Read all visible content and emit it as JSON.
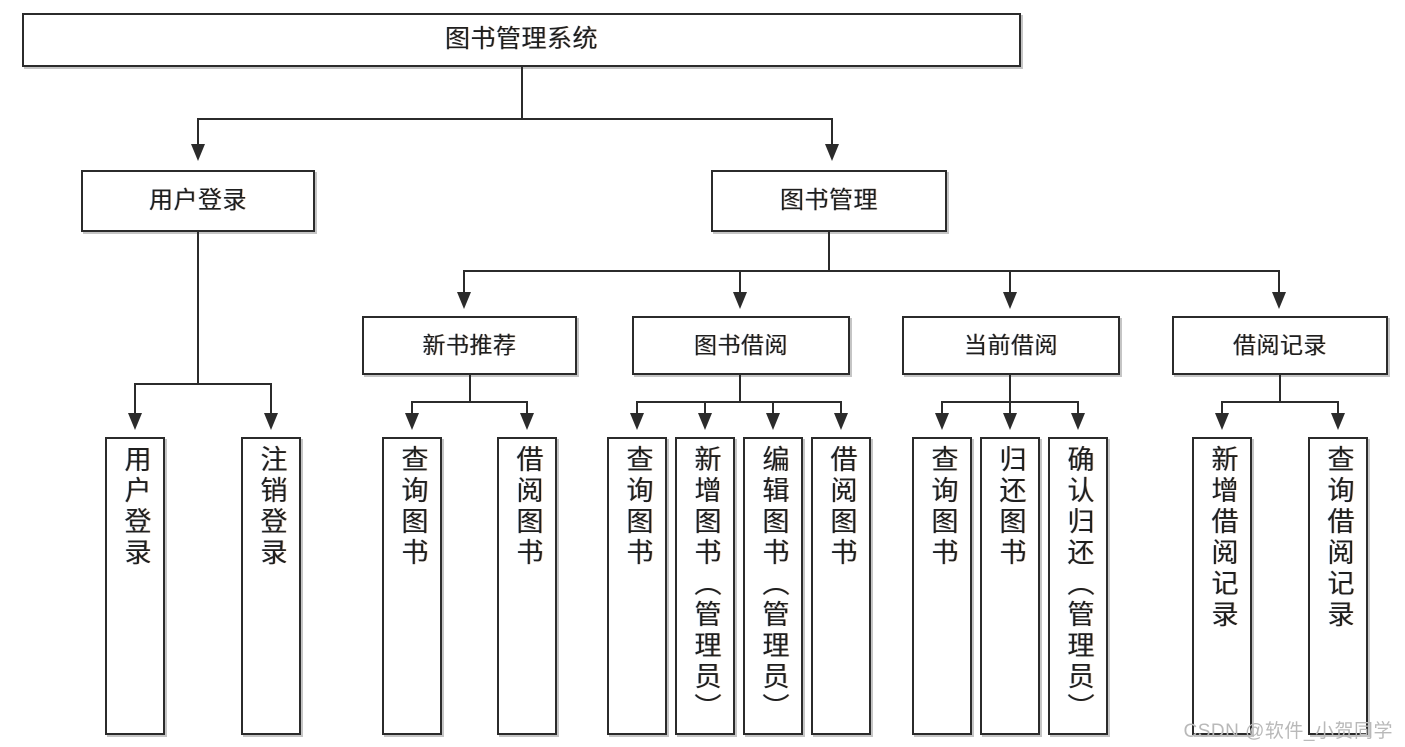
{
  "diagram": {
    "type": "tree",
    "title": "图书管理系统",
    "watermark": "CSDN @软件_小贺同学",
    "colors": {
      "border": "#2b2b2b",
      "background": "#ffffff",
      "text": "#1f1f1f",
      "watermark": "#b9b9b9"
    },
    "nodes": {
      "root": {
        "label": "图书管理系统",
        "level": 1
      },
      "l2": [
        {
          "label": "用户登录",
          "level": 2
        },
        {
          "label": "图书管理",
          "level": 2
        }
      ],
      "l3": [
        {
          "label": "新书推荐",
          "level": 3
        },
        {
          "label": "图书借阅",
          "level": 3
        },
        {
          "label": "当前借阅",
          "level": 3
        },
        {
          "label": "借阅记录",
          "level": 3
        }
      ],
      "leaves": {
        "user_login": [
          {
            "label": "用户登录"
          },
          {
            "label": "注销登录"
          }
        ],
        "new_book": [
          {
            "label": "查询图书"
          },
          {
            "label": "借阅图书"
          }
        ],
        "book_borrow": [
          {
            "label": "查询图书"
          },
          {
            "label": "新增图书（管理员）"
          },
          {
            "label": "编辑图书（管理员）"
          },
          {
            "label": "借阅图书"
          }
        ],
        "current_borrow": [
          {
            "label": "查询图书"
          },
          {
            "label": "归还图书"
          },
          {
            "label": "确认归还（管理员）"
          }
        ],
        "borrow_record": [
          {
            "label": "新增借阅记录"
          },
          {
            "label": "查询借阅记录"
          }
        ]
      }
    }
  }
}
